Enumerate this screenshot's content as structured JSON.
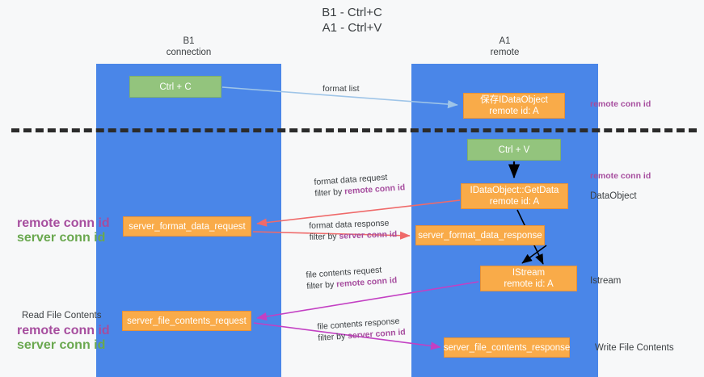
{
  "title": "B1 - Ctrl+C\nA1 - Ctrl+V",
  "lanes": {
    "left": {
      "head": "B1\nconnection",
      "color": "#4a86e8"
    },
    "right": {
      "head": "A1\nremote",
      "color": "#4a86e8"
    }
  },
  "colors": {
    "lane": "#4a86e8",
    "green_node": "#93c47d",
    "orange_node": "#f9ab49",
    "purple_text": "#a64d9e",
    "green_text": "#6aa84f",
    "divider": "#2b2b2b",
    "arrow_blue": "#9fc5e8",
    "arrow_black": "#000000",
    "arrow_red": "#ef6a6a",
    "arrow_magenta": "#c340c3"
  },
  "nodes": {
    "ctrl_c": "Ctrl + C",
    "save_idataobject": "保存IDataObject\nremote id: A",
    "ctrl_v": "Ctrl + V",
    "getdata": "IDataObject::GetData\nremote id: A",
    "server_format_data_request": "server_format_data_request",
    "server_format_data_response": "server_format_data_response",
    "istream": "IStream\nremote id: A",
    "server_file_contents_request": "server_file_contents_request",
    "server_file_contents_response": "server_file_contents_response"
  },
  "annotations": {
    "format_list": "format list",
    "remote_conn_id_1": "remote conn id",
    "remote_conn_id_2": "remote conn id",
    "dataobject": "DataObject",
    "istream_right": "Istream",
    "write_file_contents": "Write File Contents",
    "read_file_contents": "Read File Contents",
    "remote_conn_id_left_1": "remote conn id",
    "server_conn_id_left_1": "server conn id",
    "remote_conn_id_left_2": "remote conn id",
    "server_conn_id_left_2": "server conn id"
  },
  "flows": [
    {
      "name": "format-data-request",
      "line1": "format data request",
      "filter_prefix": "filter by ",
      "filter_key": "remote conn id"
    },
    {
      "name": "format-data-response",
      "line1": "format data response",
      "filter_prefix": "filter by ",
      "filter_key": "server conn id"
    },
    {
      "name": "file-contents-request",
      "line1": "file contents request",
      "filter_prefix": "filter by ",
      "filter_key": "remote conn id"
    },
    {
      "name": "file-contents-response",
      "line1": "file contents response",
      "filter_prefix": "filter by ",
      "filter_key": "server conn id"
    }
  ]
}
